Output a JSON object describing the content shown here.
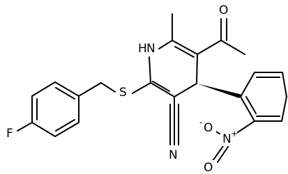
{
  "molecule": {
    "atoms": {
      "nh": "H",
      "n_ring": "N",
      "o_carbonyl": "O",
      "s": "S",
      "f": "F",
      "n_nitrile": "N",
      "n_nitro": "N",
      "n_nitro_charge": "+",
      "o_nitro_upper": "O",
      "o_nitro_upper_charge": "-",
      "o_nitro_lower": "O"
    }
  }
}
